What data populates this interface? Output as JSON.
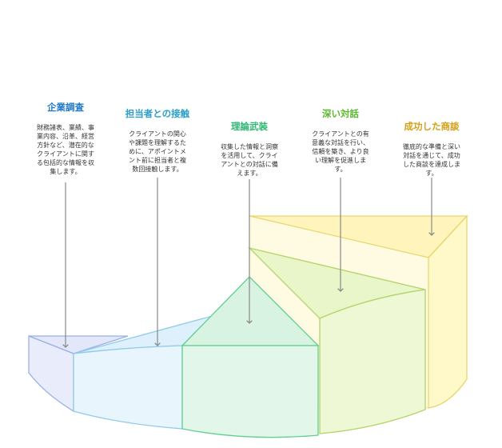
{
  "steps": [
    {
      "title": "企業調査",
      "color": "#1f78c8",
      "lines": [
        "財務諸表、業績、事",
        "業内容、沿革、経営",
        "方針など、潜在的な",
        "クライアントに関す",
        "る包括的な情報を収",
        "集します。"
      ]
    },
    {
      "title": "担当者との接触",
      "color": "#2aa0c8",
      "lines": [
        "クライアントの関心",
        "や課題を理解するた",
        "めに、アポイントメ",
        "ント前に担当者と複",
        "数回接触します。"
      ]
    },
    {
      "title": "理論武装",
      "color": "#2eb872",
      "lines": [
        "収集した情報と洞察",
        "を活用して、クライ",
        "アントとの対話に備",
        "えます。"
      ]
    },
    {
      "title": "深い対話",
      "color": "#5cb82e",
      "lines": [
        "クライアントとの有",
        "意義な対話を行い、",
        "信頼を築き、より良",
        "い理解を促進しま",
        "す。"
      ]
    },
    {
      "title": "成功した商談",
      "color": "#d4a017",
      "lines": [
        "徹底的な準備と深い",
        "対話を通じて、成功",
        "した商談を達成しま",
        "す。"
      ]
    }
  ]
}
